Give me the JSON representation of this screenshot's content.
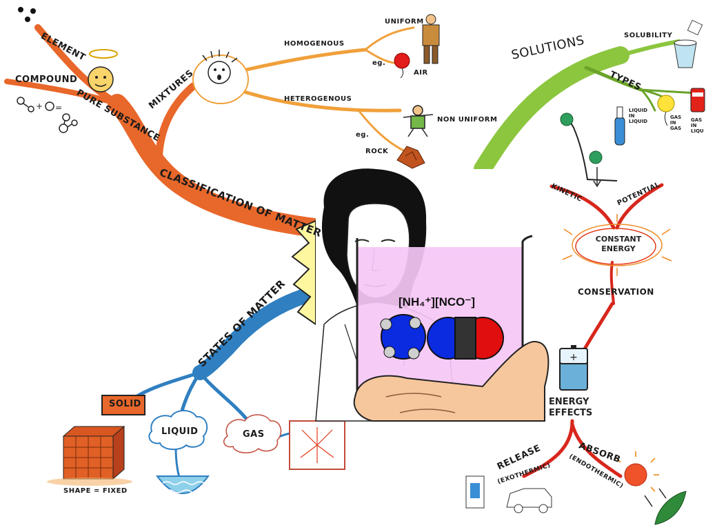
{
  "center": {
    "formula": "[NH₄⁺][NCO⁻]"
  },
  "left": {
    "element": "ELEMENT",
    "compound": "COMPOUND",
    "pure_substance": "PURE SUBSTANCE",
    "mixtures": "MIXTURES",
    "homogenous": "HOMOGENOUS",
    "uniform": "UNIFORM",
    "eg1": "eg.",
    "air": "AIR",
    "heterogenous": "HETEROGENOUS",
    "non_uniform": "NON UNIFORM",
    "eg2": "eg.",
    "rock": "ROCK",
    "classification": "CLASSIFICATION OF MATTER",
    "states": "STATES OF MATTER",
    "solid": "SOLID",
    "liquid": "LIQUID",
    "gas": "GAS",
    "shape_fixed": "SHAPE = FIXED"
  },
  "right": {
    "solutions": "SOLUTIONS",
    "solubility": "SOLUBILITY",
    "types": "TYPES",
    "liquid_in_liquid": [
      "LIQUID",
      "IN",
      "LIQUID"
    ],
    "gas_in_gas": [
      "GAS",
      "IN",
      "GAS"
    ],
    "gas_in_liquid": [
      "GAS",
      "IN",
      "LIQU"
    ],
    "kinetic": "KINETIC",
    "potential": "POTENTIAL",
    "constant_energy": [
      "CONSTANT",
      "ENERGY"
    ],
    "conservation": "CONSERVATION",
    "energy_effects": [
      "ENERGY",
      "EFFECTS"
    ],
    "release": "RELEASE",
    "exothermic": "(EXOTHERMIC)",
    "absorb": "ABSORB",
    "endothermic": "(ENDOTHERMIC)"
  },
  "colors": {
    "orange_branch": "#e8672a",
    "blue_branch": "#2f7fc1",
    "green_branch": "#8cc63f",
    "red_branch": "#d8261c",
    "beaker": "#f5c7f5",
    "hand": "#f6c79c"
  }
}
